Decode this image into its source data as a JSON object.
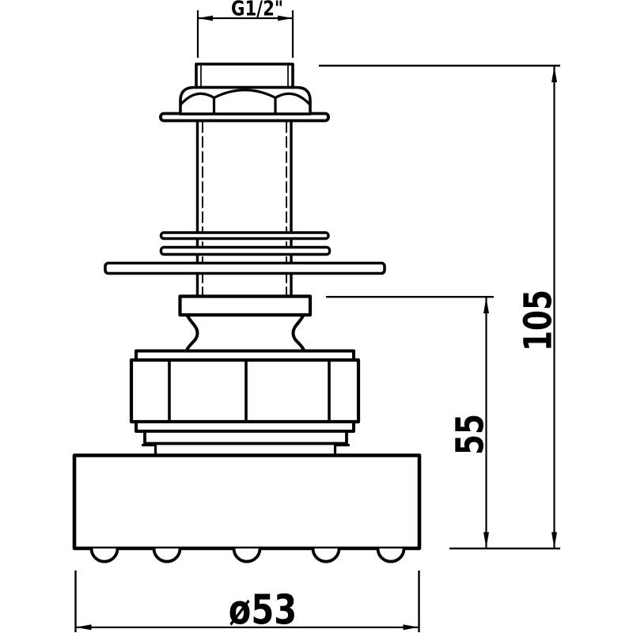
{
  "drawing": {
    "type": "technical-orthographic-view",
    "subject": "threaded plumbing fixture on nozzle base",
    "line_color": "#000000",
    "background_color": "#ffffff",
    "dimensions": {
      "thread_size": "G1/2\"",
      "total_height": "105",
      "lower_body_height": "55",
      "base_diameter": "ø53"
    }
  }
}
